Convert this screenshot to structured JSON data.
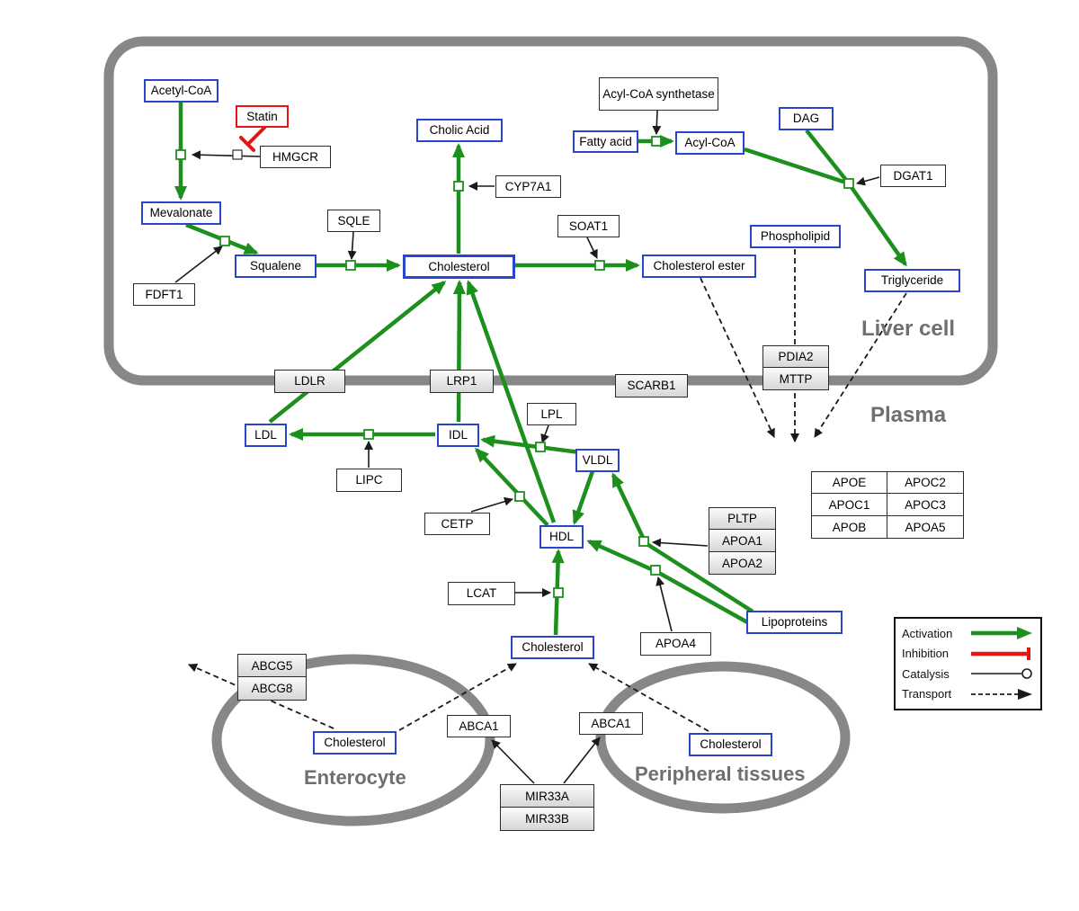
{
  "regions": {
    "liver": "Liver cell",
    "plasma": "Plasma",
    "enterocyte": "Enterocyte",
    "peripheral": "Peripheral tissues"
  },
  "nodes": {
    "acetyl_coa": {
      "label": "Acetyl-CoA"
    },
    "statin": {
      "label": "Statin"
    },
    "hmgcr": {
      "label": "HMGCR"
    },
    "mevalonate": {
      "label": "Mevalonate"
    },
    "fdft1": {
      "label": "FDFT1"
    },
    "squalene": {
      "label": "Squalene"
    },
    "sqle": {
      "label": "SQLE"
    },
    "cholic_acid": {
      "label": "Cholic Acid"
    },
    "cyp7a1": {
      "label": "CYP7A1"
    },
    "cholesterol_liver": {
      "label": "Cholesterol"
    },
    "soat1": {
      "label": "SOAT1"
    },
    "cholesterol_ester": {
      "label": "Cholesterol ester"
    },
    "acyl_coa_synthetase": {
      "label": "Acyl-CoA synthetase"
    },
    "fatty_acid": {
      "label": "Fatty acid"
    },
    "acyl_coa2": {
      "label": "Acyl-CoA"
    },
    "dag": {
      "label": "DAG"
    },
    "dgat1": {
      "label": "DGAT1"
    },
    "phospholipid": {
      "label": "Phospholipid"
    },
    "triglyceride": {
      "label": "Triglyceride"
    },
    "ldlr": {
      "label": "LDLR"
    },
    "lrp1": {
      "label": "LRP1"
    },
    "scarb1": {
      "label": "SCARB1"
    },
    "pdia2": {
      "label": "PDIA2"
    },
    "mttp": {
      "label": "MTTP"
    },
    "ldl": {
      "label": "LDL"
    },
    "idl": {
      "label": "IDL"
    },
    "lipc": {
      "label": "LIPC"
    },
    "lpl": {
      "label": "LPL"
    },
    "vldl": {
      "label": "VLDL"
    },
    "cetp": {
      "label": "CETP"
    },
    "hdl": {
      "label": "HDL"
    },
    "lcat": {
      "label": "LCAT"
    },
    "pltp": {
      "label": "PLTP"
    },
    "apoa1": {
      "label": "APOA1"
    },
    "apoa2": {
      "label": "APOA2"
    },
    "apoa4": {
      "label": "APOA4"
    },
    "lipoproteins": {
      "label": "Lipoproteins"
    },
    "cholesterol_plasma": {
      "label": "Cholesterol"
    },
    "abcg5": {
      "label": "ABCG5"
    },
    "abcg8": {
      "label": "ABCG8"
    },
    "cholesterol_enterocyte": {
      "label": "Cholesterol"
    },
    "abca1_left": {
      "label": "ABCA1"
    },
    "abca1_right": {
      "label": "ABCA1"
    },
    "cholesterol_peripheral": {
      "label": "Cholesterol"
    },
    "mir33a": {
      "label": "MIR33A"
    },
    "mir33b": {
      "label": "MIR33B"
    }
  },
  "apo_grid": [
    [
      "APOE",
      "APOC2"
    ],
    [
      "APOC1",
      "APOC3"
    ],
    [
      "APOB",
      "APOA5"
    ]
  ],
  "legend": {
    "activation": "Activation",
    "inhibition": "Inhibition",
    "catalysis": "Catalysis",
    "transport": "Transport"
  },
  "colors": {
    "entity_blue": "#2946cb",
    "activation_green": "#1d8f1d",
    "inhibition_red": "#e81414",
    "membrane_gray": "#878787",
    "region_label_gray": "#6f6f6f"
  },
  "edges": [
    {
      "from": "Acetyl-CoA",
      "to": "Mevalonate",
      "type": "activation",
      "catalyst": "HMGCR"
    },
    {
      "from": "Statin",
      "to": "HMGCR",
      "type": "inhibition"
    },
    {
      "from": "Mevalonate",
      "to": "Squalene",
      "type": "activation",
      "catalyst": "FDFT1"
    },
    {
      "from": "Squalene",
      "to": "Cholesterol",
      "type": "activation",
      "catalyst": "SQLE"
    },
    {
      "from": "Cholesterol",
      "to": "Cholic Acid",
      "type": "activation",
      "catalyst": "CYP7A1"
    },
    {
      "from": "Cholesterol",
      "to": "Cholesterol ester",
      "type": "activation",
      "catalyst": "SOAT1"
    },
    {
      "from": "Fatty acid",
      "to": "Acyl-CoA",
      "type": "activation",
      "catalyst": "Acyl-CoA synthetase"
    },
    {
      "from": "Acyl-CoA",
      "to": "Triglyceride",
      "type": "activation",
      "catalyst": "DGAT1"
    },
    {
      "from": "DAG",
      "to": "Triglyceride",
      "type": "activation",
      "catalyst": "DGAT1"
    },
    {
      "from": "LDL",
      "to": "Cholesterol",
      "type": "activation",
      "via": "LDLR"
    },
    {
      "from": "IDL",
      "to": "Cholesterol",
      "type": "activation",
      "via": "LRP1"
    },
    {
      "from": "IDL",
      "to": "LDL",
      "type": "activation",
      "catalyst": "LIPC"
    },
    {
      "from": "VLDL",
      "to": "IDL",
      "type": "activation",
      "catalyst": "LPL"
    },
    {
      "from": "HDL",
      "to": "IDL",
      "type": "activation",
      "catalyst": "CETP"
    },
    {
      "from": "HDL",
      "to": "Cholesterol",
      "type": "activation"
    },
    {
      "from": "VLDL",
      "to": "HDL",
      "type": "activation"
    },
    {
      "from": "Lipoproteins",
      "to": "VLDL",
      "type": "activation",
      "catalyst": "PLTP/APOA1/APOA2"
    },
    {
      "from": "Lipoproteins",
      "to": "HDL",
      "type": "activation",
      "catalyst": "APOA4"
    },
    {
      "from": "Cholesterol (plasma)",
      "to": "HDL",
      "type": "activation",
      "catalyst": "LCAT"
    },
    {
      "from": "Cholesterol ester",
      "to": "Plasma",
      "type": "transport"
    },
    {
      "from": "Phospholipid",
      "to": "Plasma",
      "type": "transport"
    },
    {
      "from": "Triglyceride",
      "to": "Plasma",
      "type": "transport"
    },
    {
      "from": "Cholesterol (enterocyte)",
      "to": "outside",
      "type": "transport",
      "via": "ABCG5/ABCG8"
    },
    {
      "from": "Cholesterol (enterocyte)",
      "to": "Cholesterol (plasma)",
      "type": "transport",
      "via": "ABCA1"
    },
    {
      "from": "Cholesterol (peripheral)",
      "to": "Cholesterol (plasma)",
      "type": "transport",
      "via": "ABCA1"
    },
    {
      "from": "MIR33A/MIR33B",
      "to": "ABCA1",
      "type": "catalysis"
    }
  ]
}
